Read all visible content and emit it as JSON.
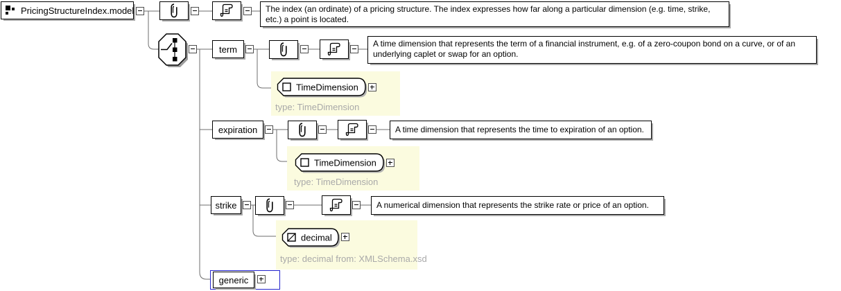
{
  "root": {
    "label": "PricingStructureIndex.model",
    "doc": "The index (an ordinate) of a pricing structure. The index expresses how far along a particular dimension (e.g. time, strike, etc.) a point is located."
  },
  "compositor": {
    "kind": "choice"
  },
  "children": {
    "term": {
      "name": "term",
      "doc": "A time dimension that represents the term of a financial instrument, e.g. of a zero-coupon bond on a curve, or of an underlying caplet or swap for an option.",
      "type_label": "TimeDimension",
      "type_note": "type: TimeDimension"
    },
    "expiration": {
      "name": "expiration",
      "doc": "A time dimension that represents the time to expiration of an option.",
      "type_label": "TimeDimension",
      "type_note": "type: TimeDimension"
    },
    "strike": {
      "name": "strike",
      "doc": "A numerical dimension that represents the strike rate or price of an option.",
      "type_label": "decimal",
      "type_note": "type: decimal from: XMLSchema.xsd"
    },
    "generic": {
      "name": "generic"
    }
  },
  "icons": {
    "root": "model-group-icon",
    "compositor": "choice-compositor-icon",
    "annotation": "paperclip-annotation-icon",
    "documentation": "documentation-scroll-icon",
    "complex_type": "complex-type-square-icon",
    "simple_type": "simple-type-diagonal-icon"
  },
  "colors": {
    "background": "#ffffff",
    "panel": "#fbfbdf",
    "type_note_text": "#a9a9a9",
    "selection_blue": "#2222cc",
    "box_shadow": "#a9a9a9",
    "connector": "#6e6e6e",
    "box_border": "#000000"
  }
}
